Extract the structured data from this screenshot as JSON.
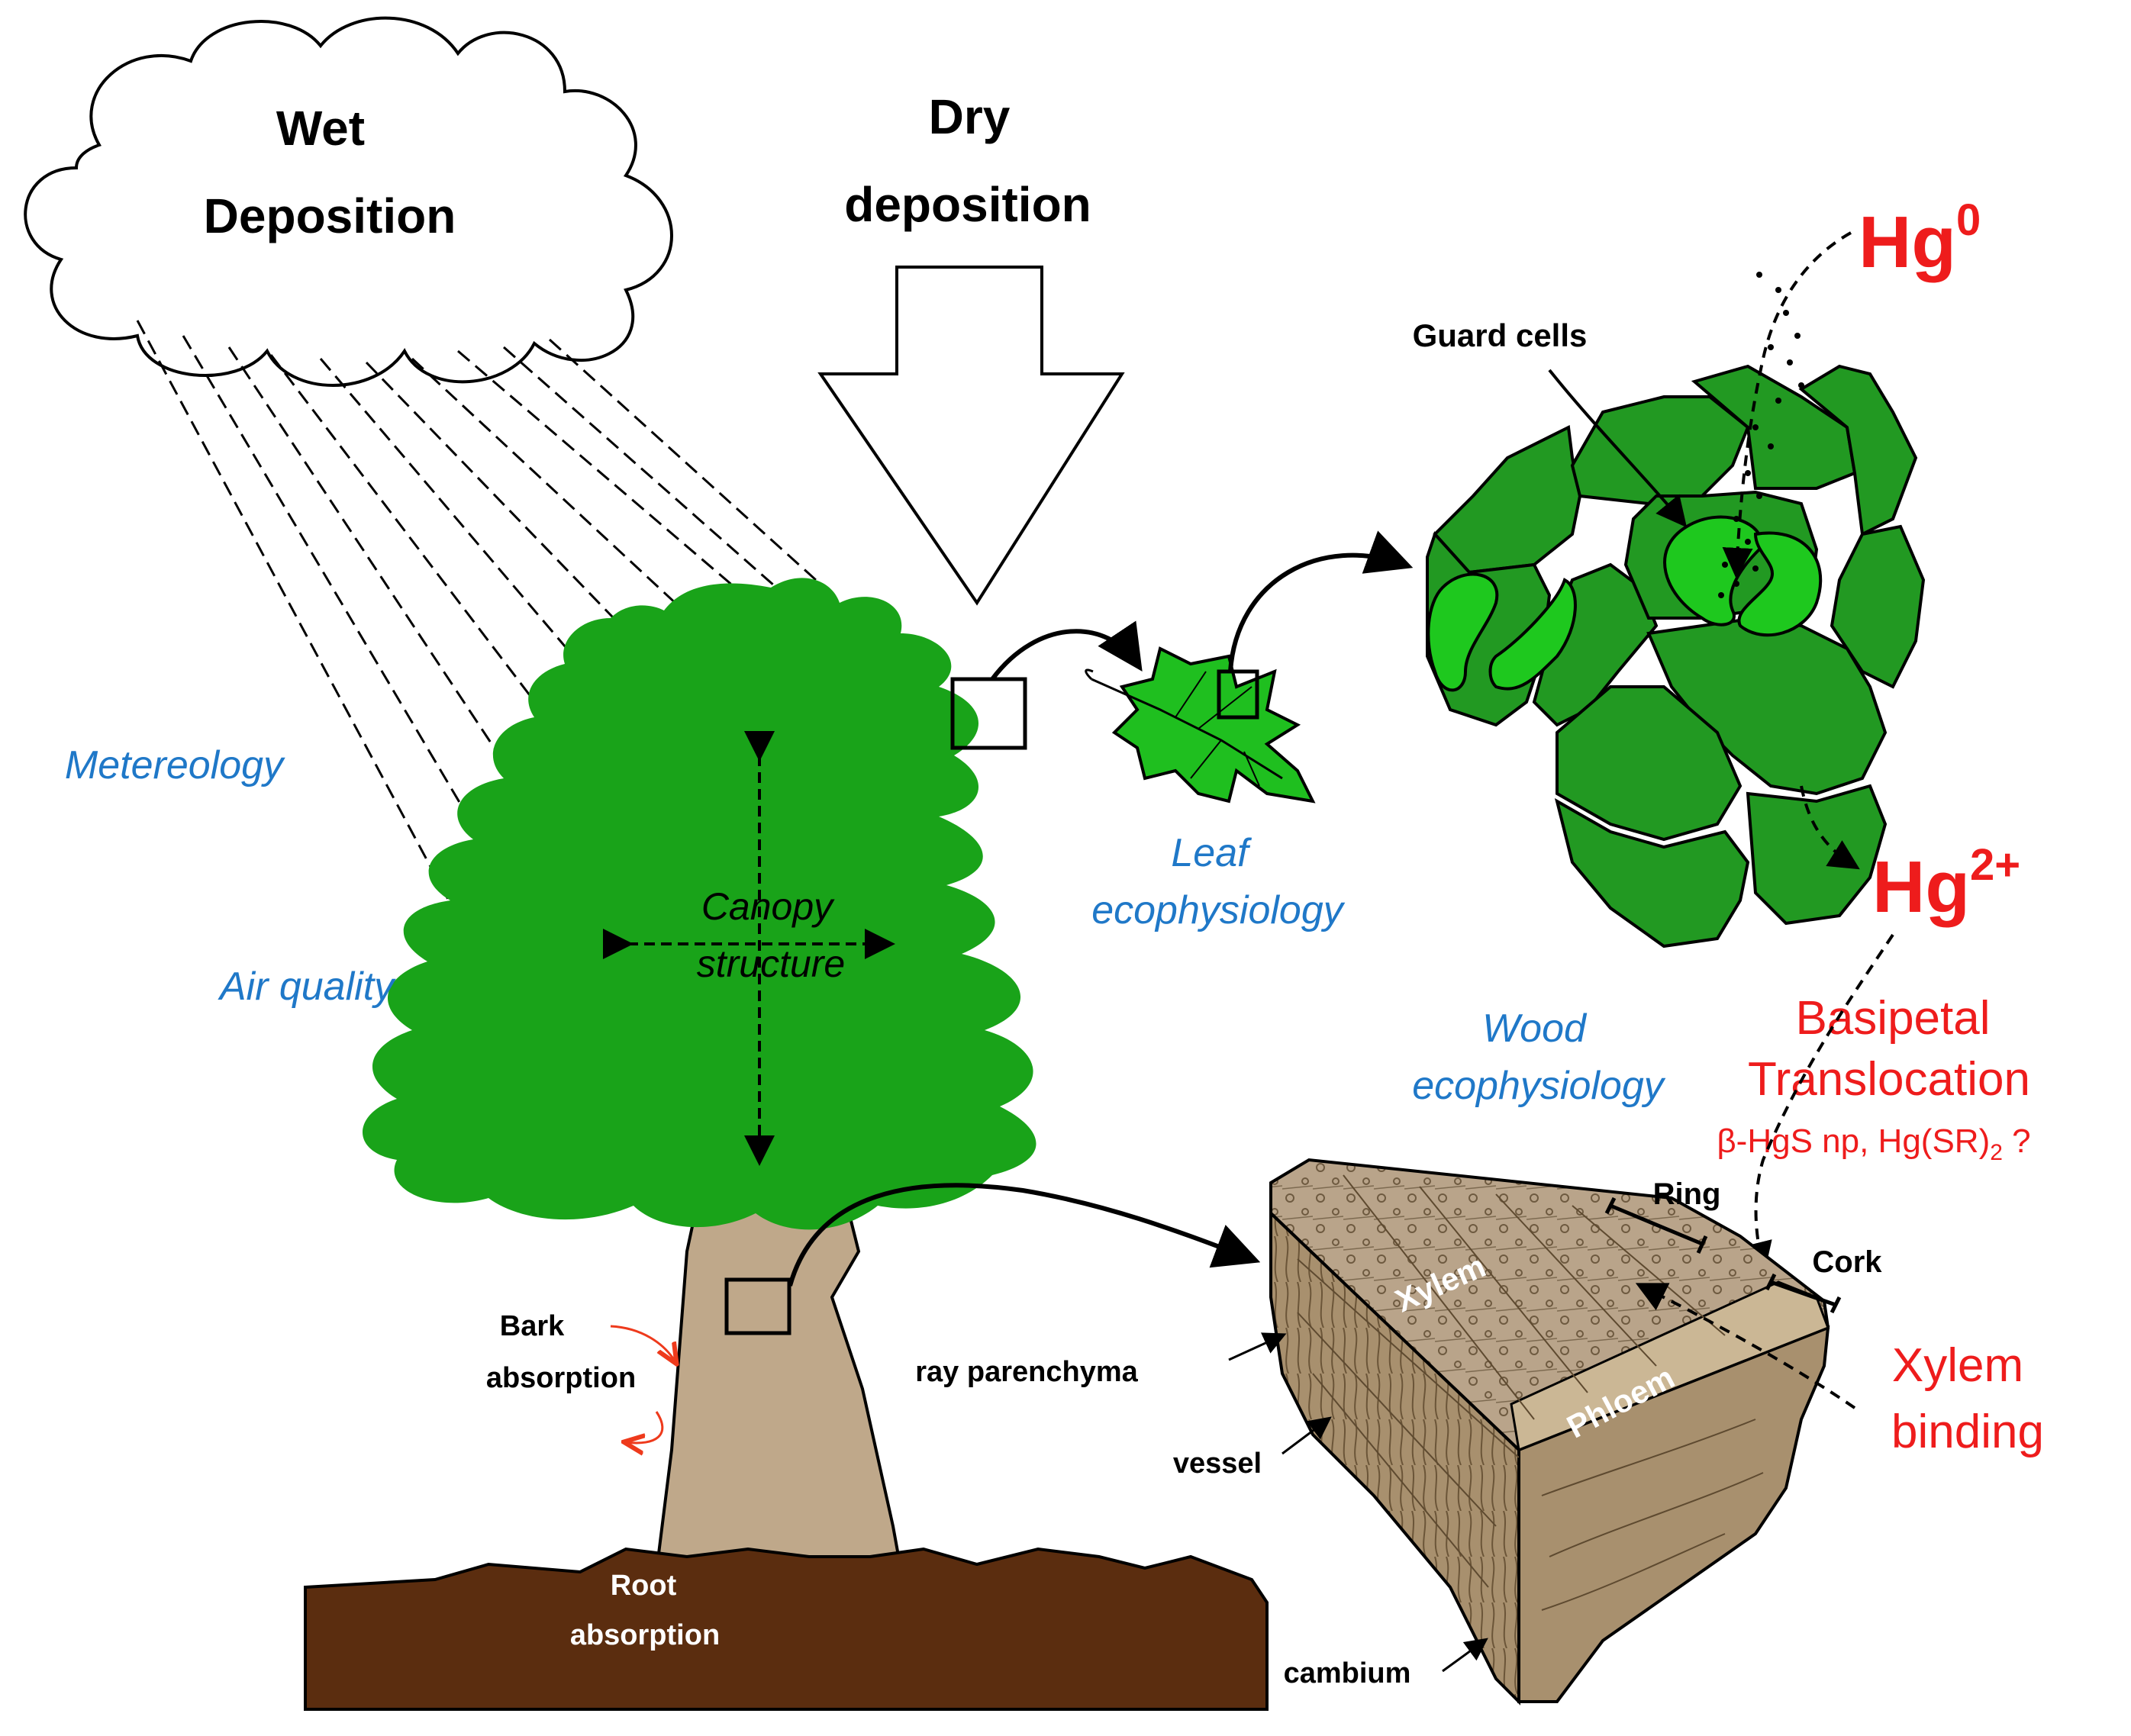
{
  "labels": {
    "wet_line1": "Wet",
    "wet_line2": "Deposition",
    "dry_line1": "Dry",
    "dry_line2": "deposition",
    "hg0_base": "Hg",
    "hg0_sup": "0",
    "hg2_base": "Hg",
    "hg2_sup": "2+",
    "guard_cells": "Guard cells",
    "meteorology": "Metereology",
    "air_quality": "Air quality",
    "canopy_line1": "Canopy",
    "canopy_line2": "structure",
    "leaf_line1": "Leaf",
    "leaf_line2": "ecophysiology",
    "wood_line1": "Wood",
    "wood_line2": "ecophysiology",
    "basipetal_line1": "Basipetal",
    "basipetal_line2": "Translocation",
    "species_part1": "β-HgS np, Hg(SR)",
    "species_sub": "2",
    "species_part2": " ?",
    "ring": "Ring",
    "cork": "Cork",
    "xylem_inner": "Xylem",
    "phloem_inner": "Phloem",
    "xylem_binding_line1": "Xylem",
    "xylem_binding_line2": "binding",
    "bark_line1": "Bark",
    "bark_line2": "absorption",
    "root_line1": "Root",
    "root_line2": "absorption",
    "ray_parenchyma": "ray parenchyma",
    "vessel": "vessel",
    "cambium": "cambium"
  },
  "colors": {
    "canopy": "#19a319",
    "stomata_cell": "#229922",
    "guard_cell": "#1ec81e",
    "trunk": "#bfa88a",
    "soil": "#5b2d0f",
    "wood": "#b9a48a",
    "label_blue": "#1f78c8",
    "label_red": "#ee1c1c"
  }
}
